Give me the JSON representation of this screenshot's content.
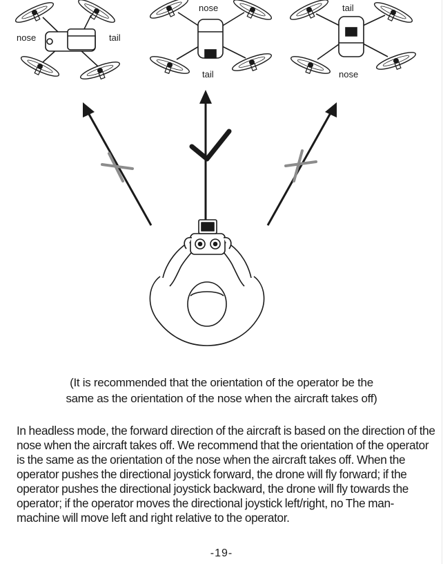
{
  "drones": [
    {
      "label_a": "nose",
      "label_b": "tail"
    },
    {
      "label_a": "nose",
      "label_b": "tail"
    },
    {
      "label_a": "tail",
      "label_b": "nose"
    }
  ],
  "arrows": [
    {
      "mark": "cross-icon",
      "status": "incorrect"
    },
    {
      "mark": "check-icon",
      "status": "correct"
    },
    {
      "mark": "cross-icon",
      "status": "incorrect"
    }
  ],
  "caption": {
    "line1": "(It is recommended that the orientation of the operator be the",
    "line2": "same as the orientation of the nose when the aircraft takes off)"
  },
  "body": "In headless mode, the forward direction of the aircraft is based on the direction of the nose when the aircraft takes off. We recommend that the orientation of the operator is the same as the orientation of the nose when the aircraft takes off. When the operator pushes the directional joystick forward, the drone will fly forward; if the operator pushes the directional joystick backward, the drone will fly towards the operator; if the operator moves the directional joystick left/right, no The man-machine will move left and right relative to the operator.",
  "page_number": "-19-",
  "colors": {
    "ink": "#1a1a1a",
    "cross": "#8c8c8c"
  }
}
